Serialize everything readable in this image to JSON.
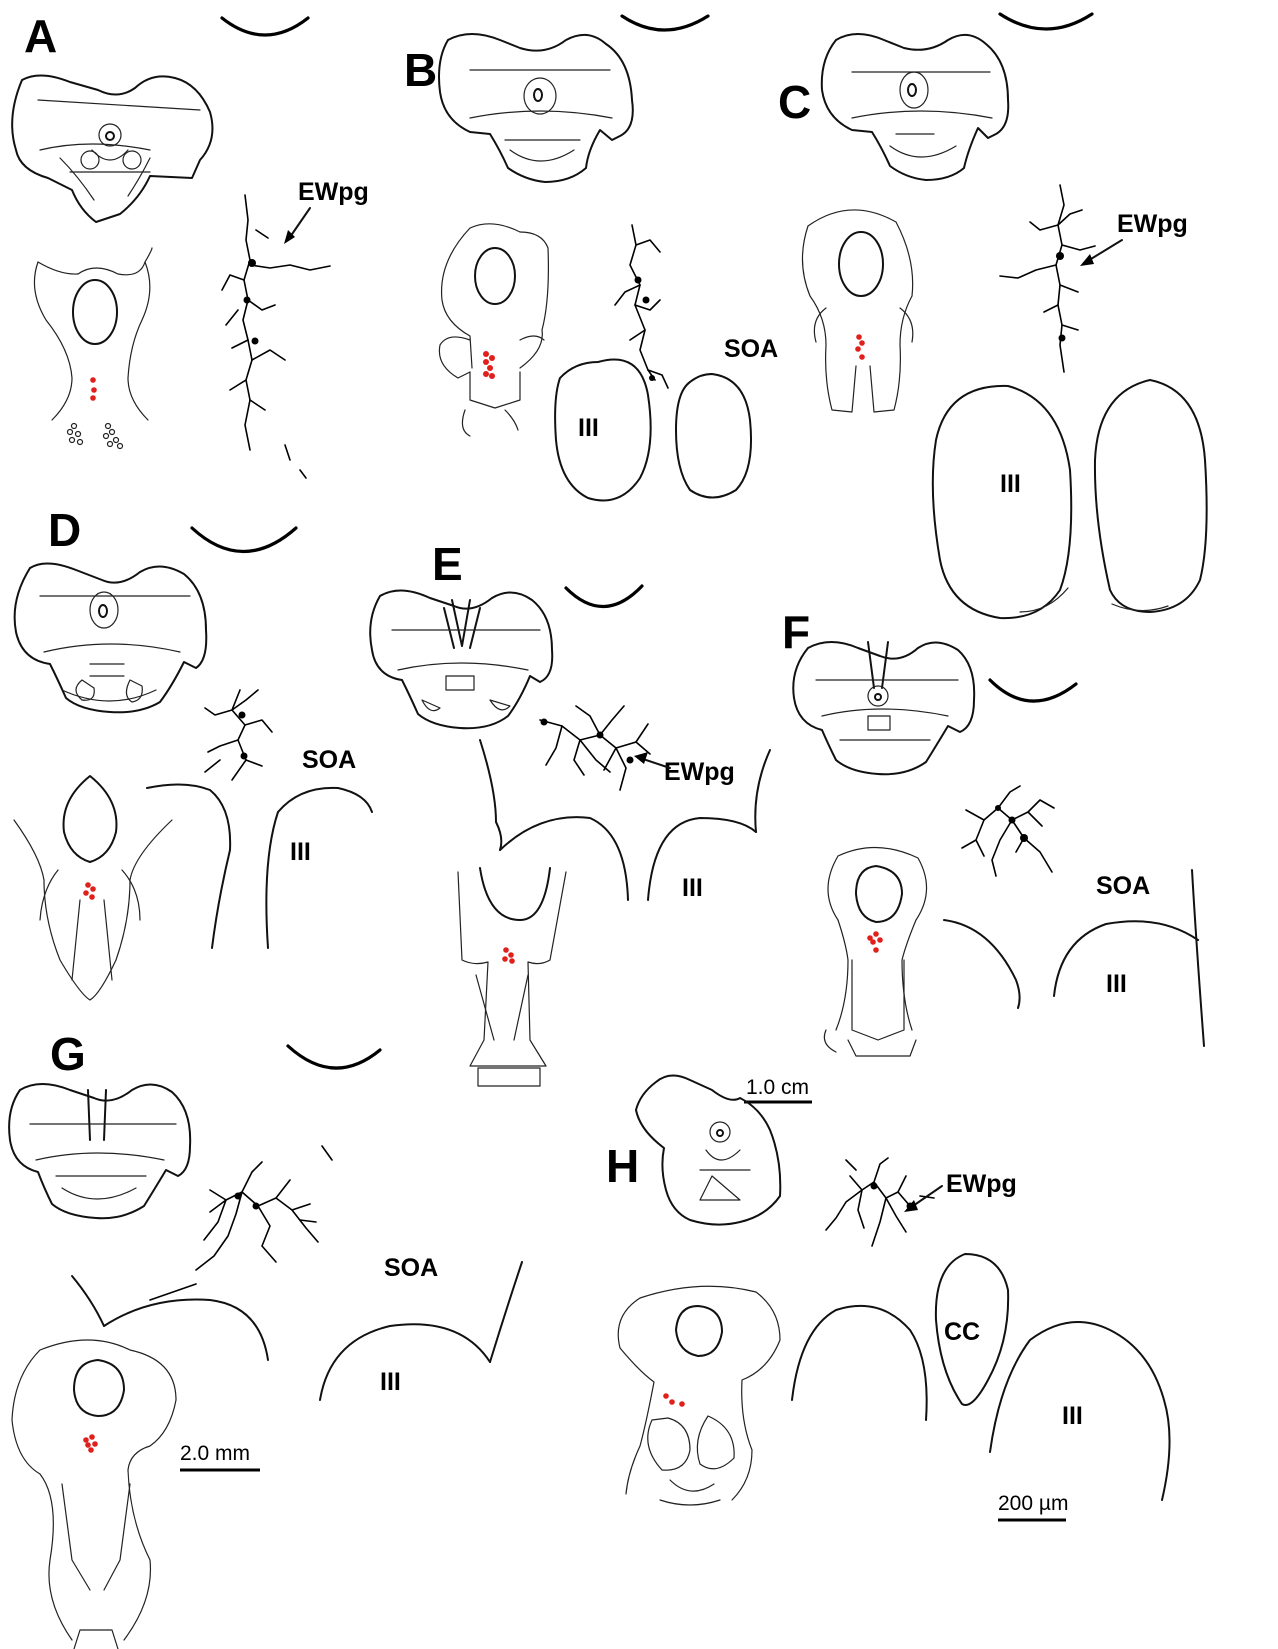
{
  "panels": {
    "A": {
      "label": "A",
      "ewpg": "EWpg"
    },
    "B": {
      "label": "B",
      "soa": "SOA",
      "iii": "III"
    },
    "C": {
      "label": "C",
      "ewpg": "EWpg",
      "iii": "III"
    },
    "D": {
      "label": "D",
      "soa": "SOA",
      "iii": "III"
    },
    "E": {
      "label": "E",
      "ewpg": "EWpg",
      "iii": "III"
    },
    "F": {
      "label": "F",
      "soa": "SOA",
      "iii": "III"
    },
    "G": {
      "label": "G",
      "soa": "SOA",
      "iii": "III",
      "scale": "2.0 mm"
    },
    "H": {
      "label": "H",
      "ewpg": "EWpg",
      "cc": "CC",
      "iii": "III",
      "scale_section": "1.0 cm",
      "scale_micro": "200 µm"
    }
  },
  "colors": {
    "labelled_neurons": "#e0201b",
    "ink": "#000000"
  }
}
